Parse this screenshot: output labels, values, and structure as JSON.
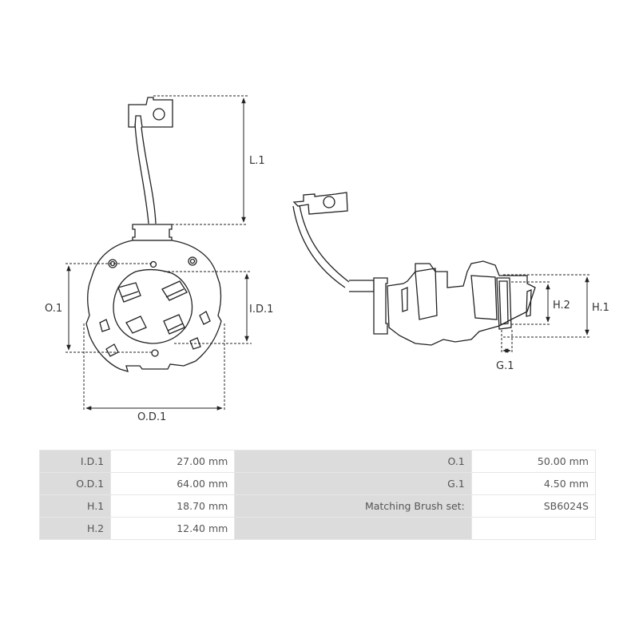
{
  "drawing": {
    "labels": {
      "l1": "L.1",
      "o1": "O.1",
      "id1": "I.D.1",
      "od1": "O.D.1",
      "h1": "H.1",
      "h2": "H.2",
      "g1": "G.1"
    },
    "line_color": "#222222"
  },
  "table": {
    "rows": [
      {
        "label1": "I.D.1",
        "value1": "27.00 mm",
        "label2": "O.1",
        "value2": "50.00 mm"
      },
      {
        "label1": "O.D.1",
        "value1": "64.00 mm",
        "label2": "G.1",
        "value2": "4.50 mm"
      },
      {
        "label1": "H.1",
        "value1": "18.70 mm",
        "label2": "Matching Brush set:",
        "value2": "SB6024S"
      },
      {
        "label1": "H.2",
        "value1": "12.40 mm",
        "label2": "",
        "value2": ""
      }
    ],
    "colors": {
      "label_bg": "#dcdcdc",
      "value_bg": "#ffffff",
      "border": "#e6e6e6",
      "text": "#555555"
    }
  }
}
